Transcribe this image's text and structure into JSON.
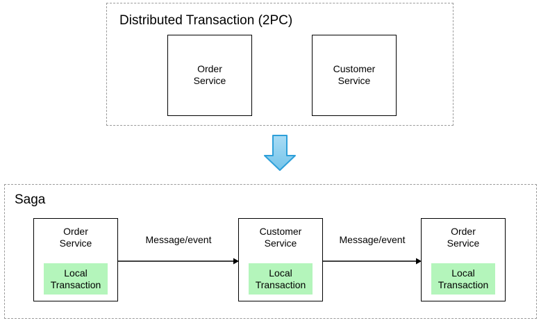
{
  "diagram": {
    "background_color": "#ffffff",
    "line_color": "#000000",
    "dashed_border_color": "#9a9a9a",
    "highlight_color": "#b4f5bb",
    "arrow_fill_top": "#a9dcf5",
    "arrow_fill_bottom": "#74c4ea",
    "arrow_stroke": "#2d9fd9"
  },
  "sections": {
    "two_pc": {
      "title": "Distributed Transaction (2PC)",
      "boxes": [
        {
          "label": "Order\nService"
        },
        {
          "label": "Customer\nService"
        }
      ]
    },
    "saga": {
      "title": "Saga",
      "boxes": [
        {
          "label": "Order\nService",
          "inner_label": "Local\nTransaction"
        },
        {
          "label": "Customer\nService",
          "inner_label": "Local\nTransaction"
        },
        {
          "label": "Order\nService",
          "inner_label": "Local\nTransaction"
        }
      ],
      "connectors": [
        {
          "label": "Message/event"
        },
        {
          "label": "Message/event"
        }
      ]
    }
  },
  "transition_arrow": {
    "icon": "down-arrow-icon",
    "direction": "down"
  }
}
